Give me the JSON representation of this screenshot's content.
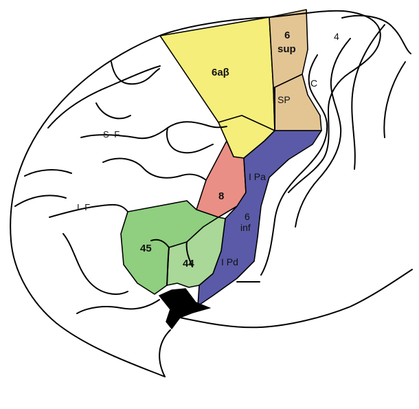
{
  "regions": [
    {
      "id": "area-6ab",
      "label": "6aβ",
      "color": "#f5ee7a"
    },
    {
      "id": "area-6-sup",
      "label": "6",
      "label2": "sup",
      "color": "#e3c594"
    },
    {
      "id": "area-sp",
      "label": "SP",
      "color": "#e3c594"
    },
    {
      "id": "area-4",
      "label": "4",
      "color": "#ffffff"
    },
    {
      "id": "area-8",
      "label": "8",
      "color": "#e98f86"
    },
    {
      "id": "area-ipa",
      "label": "I Pa",
      "color": "#5a5aa8"
    },
    {
      "id": "area-6-inf",
      "label": "6",
      "label2": "inf",
      "color": "#5a5aa8"
    },
    {
      "id": "area-ipd",
      "label": "I Pd",
      "color": "#5a5aa8"
    },
    {
      "id": "area-45",
      "label": "45",
      "color": "#8fcf7f"
    },
    {
      "id": "area-44",
      "label": "44",
      "color": "#a9d898"
    }
  ],
  "sulci": {
    "sf": "S F",
    "if": "I F",
    "c": "C"
  }
}
